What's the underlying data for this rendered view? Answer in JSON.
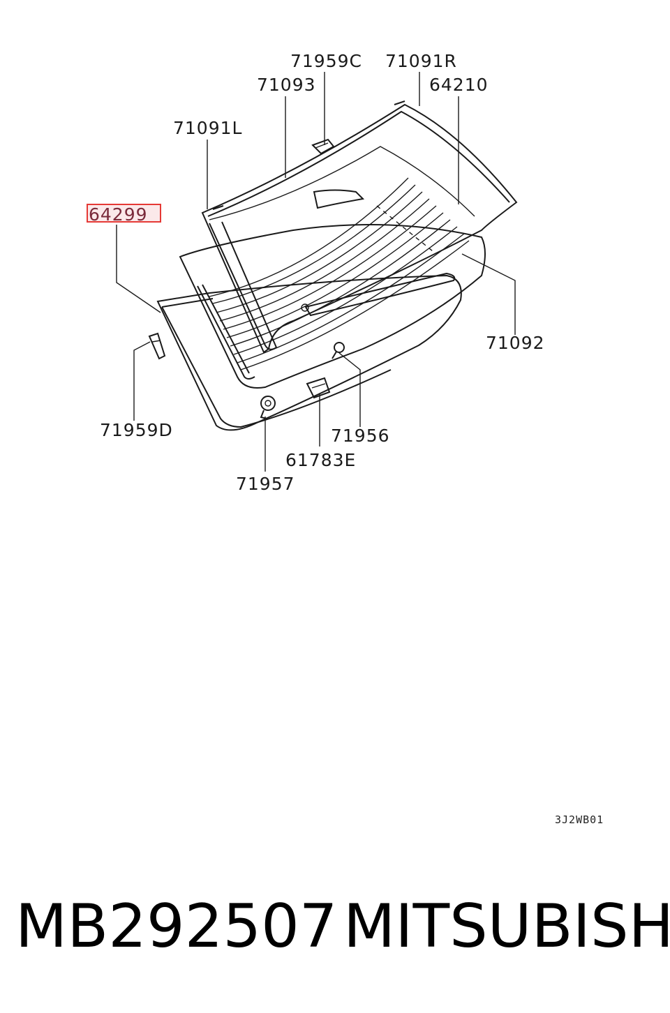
{
  "callouts": {
    "c71959C": "71959C",
    "c71091R": "71091R",
    "c71093": "71093",
    "c64210": "64210",
    "c71091L": "71091L",
    "c64299": "64299",
    "c71092": "71092",
    "c71959D": "71959D",
    "c71956": "71956",
    "c61783E": "61783E",
    "c71957": "71957"
  },
  "diagram_code": "3J2WB01",
  "footer": {
    "part_number": "MB292507",
    "brand": "MITSUBISHI"
  },
  "highlight": {
    "part": "64299",
    "color": "#e53935"
  }
}
